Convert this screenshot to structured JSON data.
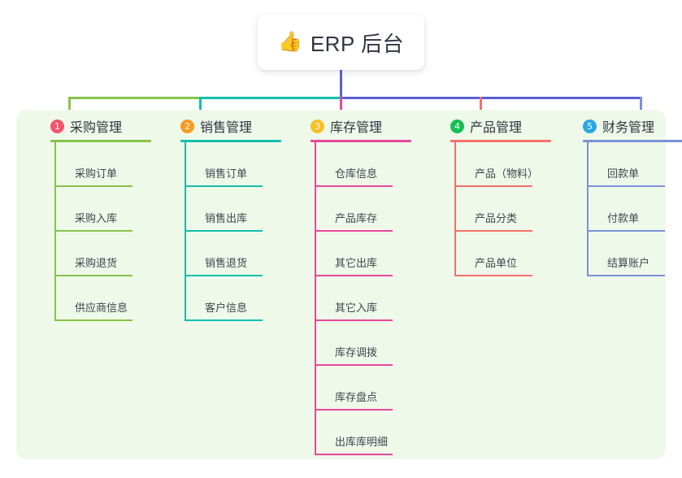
{
  "root": {
    "emoji": "👍",
    "emoji_name": "thumbs-up-icon",
    "title": "ERP 后台"
  },
  "colors": {
    "panel_bg": "#eff9e9",
    "root_line": "#5a5fd4",
    "col1": "#86c34a",
    "col2": "#11bfae",
    "col3": "#e8489a",
    "col4": "#f4706b",
    "col5": "#7a90d8",
    "badge1": "#f4556c",
    "badge2": "#f79a22",
    "badge3": "#f6c026",
    "badge4": "#15bf52",
    "badge5": "#2ba7e0"
  },
  "columns": [
    {
      "number": "1",
      "title": "采购管理",
      "badge_color": "#f4556c",
      "line_color": "#86c34a",
      "items": [
        {
          "label": "采购订单"
        },
        {
          "label": "采购入库"
        },
        {
          "label": "采购退货"
        },
        {
          "label": "供应商信息"
        }
      ]
    },
    {
      "number": "2",
      "title": "销售管理",
      "badge_color": "#f79a22",
      "line_color": "#11bfae",
      "items": [
        {
          "label": "销售订单"
        },
        {
          "label": "销售出库"
        },
        {
          "label": "销售退货"
        },
        {
          "label": "客户信息"
        }
      ]
    },
    {
      "number": "3",
      "title": "库存管理",
      "badge_color": "#f6c026",
      "line_color": "#e8489a",
      "items": [
        {
          "label": "仓库信息"
        },
        {
          "label": "产品库存"
        },
        {
          "label": "其它出库"
        },
        {
          "label": "其它入库"
        },
        {
          "label": "库存调拨"
        },
        {
          "label": "库存盘点"
        },
        {
          "label": "出库库明细"
        }
      ]
    },
    {
      "number": "4",
      "title": "产品管理",
      "badge_color": "#15bf52",
      "line_color": "#f4706b",
      "items": [
        {
          "label": "产品（物料）"
        },
        {
          "label": "产品分类"
        },
        {
          "label": "产品单位"
        }
      ]
    },
    {
      "number": "5",
      "title": "财务管理",
      "badge_color": "#2ba7e0",
      "line_color": "#7a90d8",
      "items": [
        {
          "label": "回款单"
        },
        {
          "label": "付款单"
        },
        {
          "label": "结算账户"
        }
      ]
    }
  ]
}
